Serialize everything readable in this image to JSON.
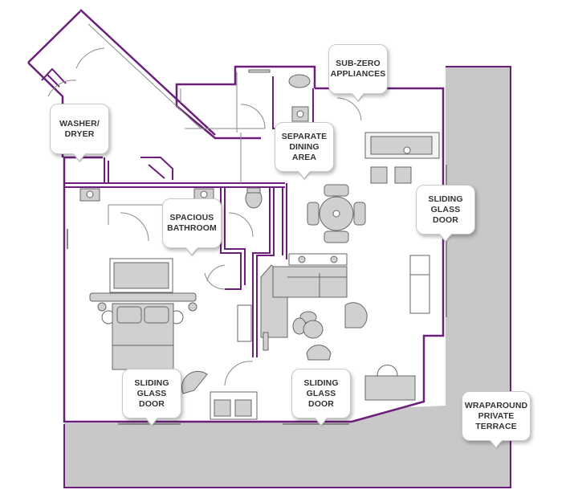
{
  "colors": {
    "wall_accent": "#6b1f7a",
    "terrace_fill": "#c8c8c8",
    "furniture_fill": "#d0d0d0",
    "line": "#666666"
  },
  "callouts": {
    "washer_dryer": "WASHER/\nDRYER",
    "sub_zero": "SUB-ZERO\nAPPLIANCES",
    "dining": "SEPARATE\nDINING\nAREA",
    "bathroom": "SPACIOUS\nBATHROOM",
    "sliding_door_right": "SLIDING\nGLASS\nDOOR",
    "sliding_door_bedroom": "SLIDING\nGLASS\nDOOR",
    "sliding_door_living": "SLIDING\nGLASS\nDOOR",
    "terrace": "WRAPAROUND\nPRIVATE\nTERRACE"
  }
}
